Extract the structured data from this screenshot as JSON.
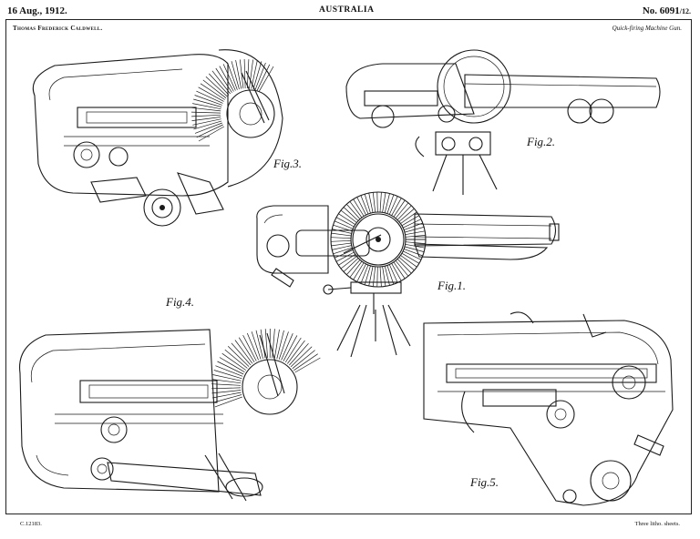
{
  "header": {
    "date": "16 Aug., 1912.",
    "country": "AUSTRALIA",
    "patent_number": "No. 6091",
    "patent_suffix": "/12."
  },
  "sheet": {
    "inventor": "Thomas Frederick Caldwell.",
    "title": "Quick-firing Machine Gun."
  },
  "figures": [
    {
      "label": "Fig.3."
    },
    {
      "label": "Fig.2."
    },
    {
      "label": "Fig.1."
    },
    {
      "label": "Fig.4."
    },
    {
      "label": "Fig.5."
    }
  ],
  "footer": {
    "left": "C.12183.",
    "right": "Three litho. sheets."
  }
}
